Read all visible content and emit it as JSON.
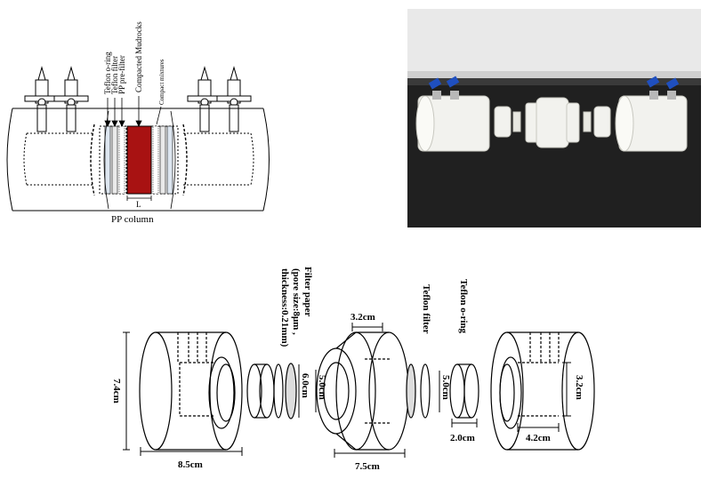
{
  "schematic": {
    "labels": {
      "oring": "Teflon o-ring",
      "filter": "Teflon filter",
      "prefilter": "PP pre-filter",
      "mudrocks": "Compacted Mudrocks",
      "mixtures": "Compact mixtures",
      "length": "L",
      "column": "PP column"
    },
    "colors": {
      "sample": "#a81212"
    }
  },
  "photo": {
    "colors": {
      "wall": "#e9e9e9",
      "bench": "#202020",
      "part": "#f2f2ee",
      "valve": "#1f4fbf"
    }
  },
  "exploded": {
    "filter_paper": [
      "Filter paper",
      "(pore size:8μm ,",
      "thickness:0.21mm)"
    ],
    "teflon_filter": "Teflon filter",
    "teflon_oring": "Teflon o-ring",
    "dims": {
      "left_height": "7.4cm",
      "left_width": "8.5cm",
      "paper_dia": "6.0cm",
      "mid_inner": "5.0cm",
      "mid_top": "3.2cm",
      "mid_width": "7.5cm",
      "filter_dia": "5.0cm",
      "oring_width": "2.0cm",
      "right_inner_height": "3.2cm",
      "right_inner_width": "4.2cm"
    }
  }
}
